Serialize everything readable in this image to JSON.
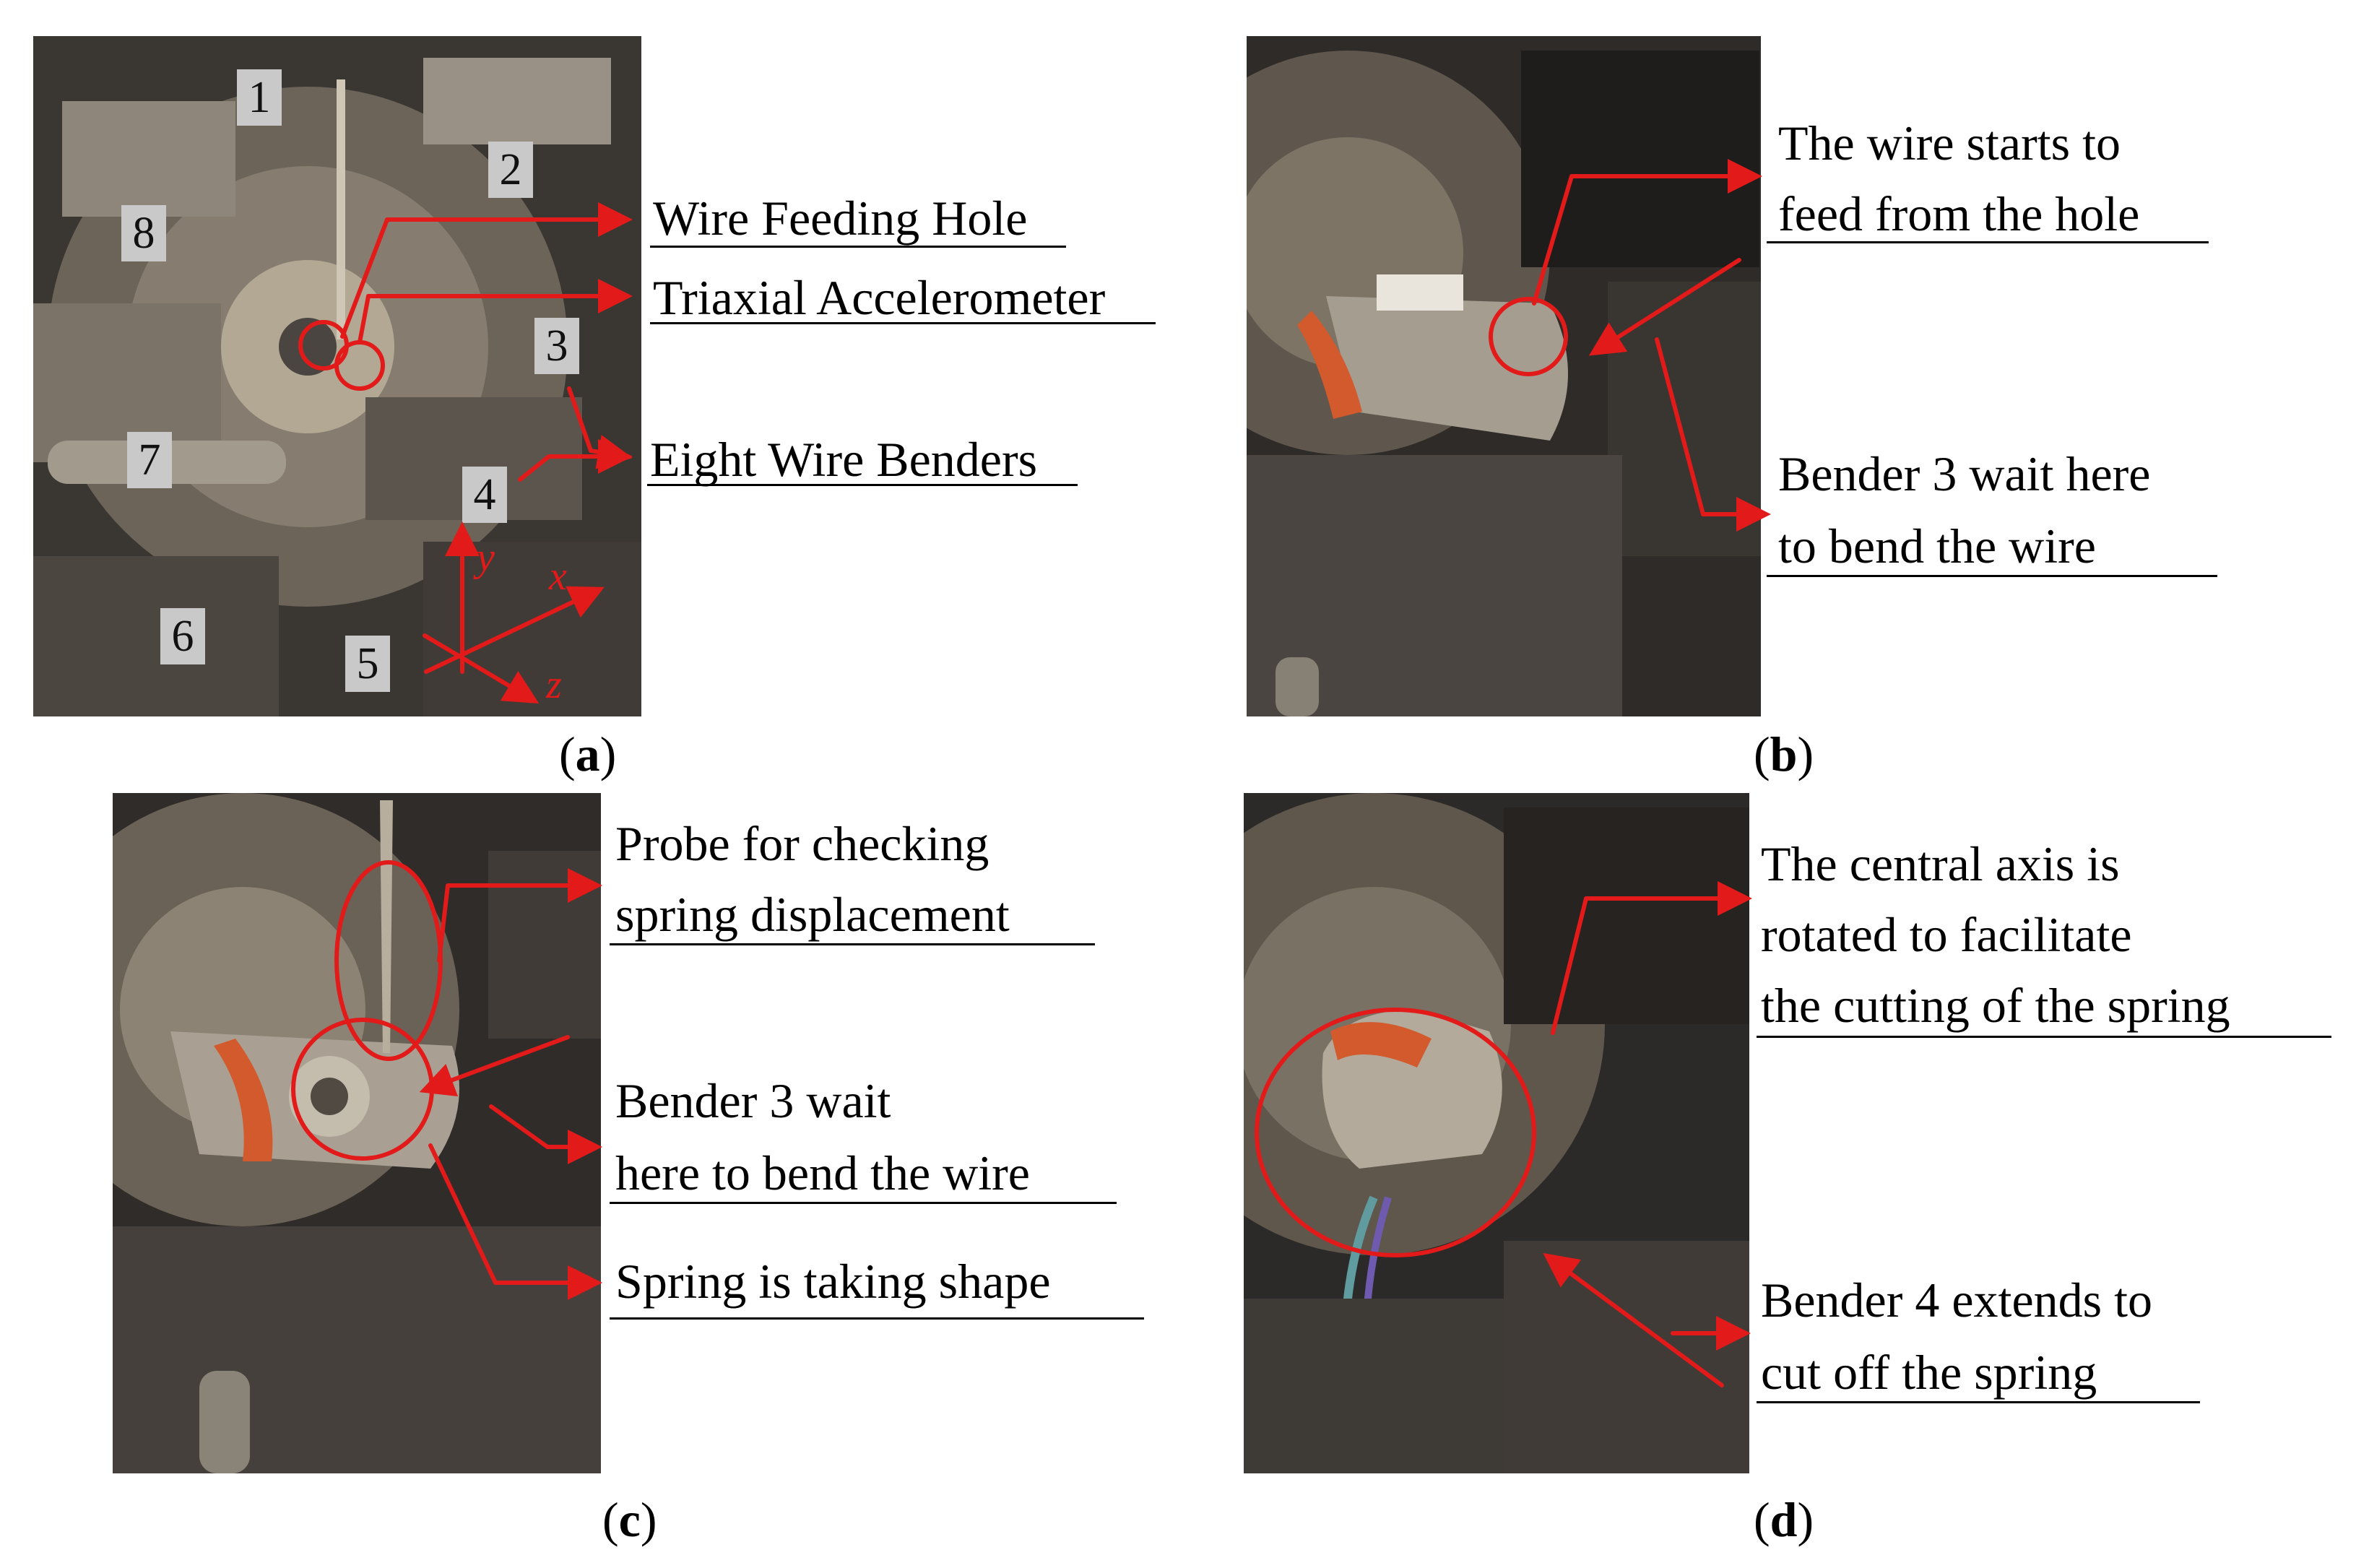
{
  "panels": {
    "a": {
      "caption_letter": "a",
      "labels": [
        "Wire Feeding Hole",
        "Triaxial Accelerometer",
        "Eight Wire Benders"
      ],
      "numbers": [
        "1",
        "2",
        "3",
        "4",
        "5",
        "6",
        "7",
        "8"
      ],
      "axes": [
        "y",
        "x",
        "z"
      ]
    },
    "b": {
      "caption_letter": "b",
      "labels": [
        "The wire starts to",
        "feed from the hole",
        "Bender 3 wait here",
        "to bend the wire"
      ]
    },
    "c": {
      "caption_letter": "c",
      "labels": [
        "Probe for checking",
        "spring displacement",
        "Bender 3 wait",
        "here to bend the wire",
        "Spring is taking shape"
      ]
    },
    "d": {
      "caption_letter": "d",
      "labels": [
        "The central axis is",
        "rotated to facilitate",
        "the cutting of the spring",
        "Bender 4 extends to",
        "cut off the spring"
      ]
    }
  },
  "colors": {
    "annotation": "#e21a1a",
    "text": "#000000",
    "tag_bg": "#c9c9c9"
  }
}
